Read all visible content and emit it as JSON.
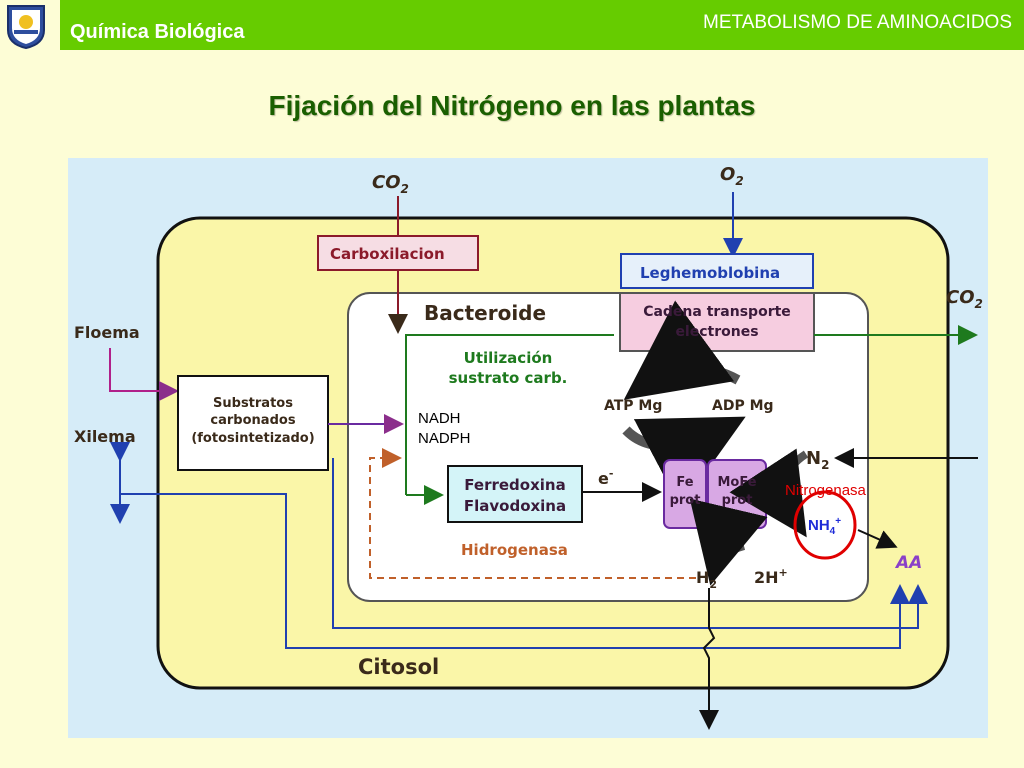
{
  "header": {
    "course": "Química Biológica",
    "topic": "METABOLISMO DE AMINOACIDOS"
  },
  "title": "Fijación del Nitrógeno en las plantas",
  "diagram": {
    "co2_top": "CO",
    "co2_sub": "2",
    "o2_top": "O",
    "o2_sub": "2",
    "carboxilacion": "Carboxilacion",
    "leghemoblobina": "Leghemoblobina",
    "cadena_line1": "Cadena transporte",
    "cadena_line2": "electrones",
    "co2_right": "CO",
    "co2_right_sub": "2",
    "bacteroide": "Bacteroide",
    "floema": "Floema",
    "xilema": "Xilema",
    "substratos_line1": "Substratos",
    "substratos_line2": "carbonados",
    "substratos_line3": "(fotosintetizado)",
    "utilizacion_line1": "Utilización",
    "utilizacion_line2": "sustrato carb.",
    "atp": "ATP Mg",
    "adp": "ADP Mg",
    "nadh": "NADH",
    "nadph": "NADPH",
    "n2": "N",
    "n2_sub": "2",
    "ferredoxina_line1": "Ferredoxina",
    "ferredoxina_line2": "Flavodoxina",
    "electron": "e",
    "electron_sup": "-",
    "fe_line1": "Fe",
    "fe_line2": "prot",
    "mofe_line1": "MoFe",
    "mofe_line2": "prot",
    "nitrogenasa": "Nitrogenasa",
    "nh4": "NH",
    "nh4_sub": "4",
    "nh4_sup": "+",
    "hidrogenasa": "Hidrogenasa",
    "aa": "AA",
    "h2": "H",
    "h2_sub": "2",
    "h_plus": "2H",
    "h_plus_sup": "+",
    "citosol": "Citosol"
  },
  "colors": {
    "header_green": "#66CC00",
    "title_green": "#1A5F00",
    "diagram_bg": "#D6ECF8",
    "cell_fill": "#FAF6A8",
    "bacteroid_fill": "#FFFFFF",
    "highlight_red": "#E00000"
  }
}
